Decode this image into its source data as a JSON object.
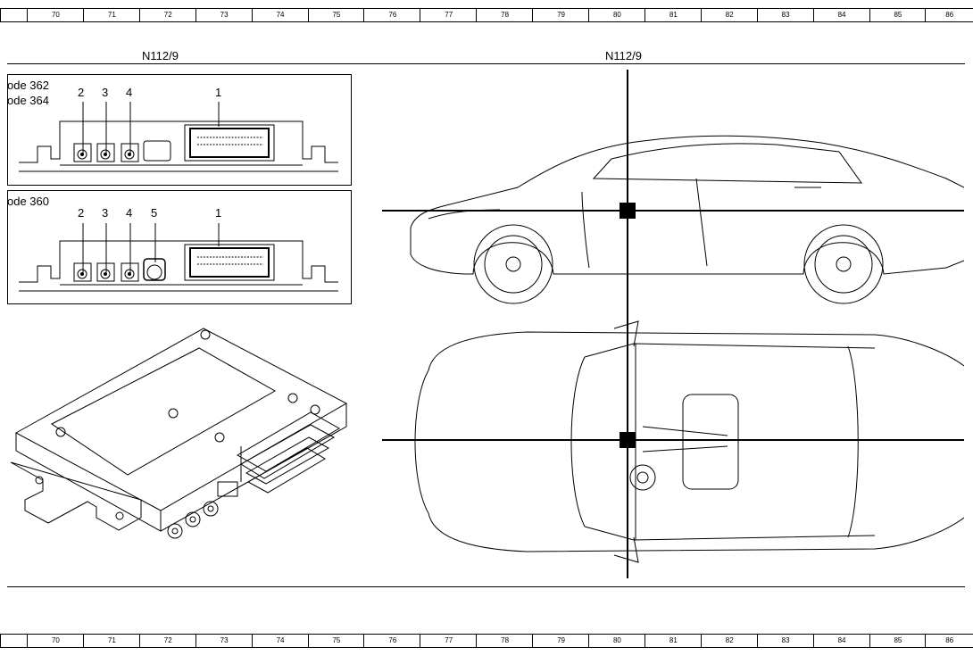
{
  "ruler": {
    "numbers": [
      "70",
      "71",
      "72",
      "73",
      "74",
      "75",
      "76",
      "77",
      "78",
      "79",
      "80",
      "81",
      "82",
      "83",
      "84",
      "85",
      "86"
    ]
  },
  "component_left": "N112/9",
  "component_right": "N112/9",
  "panel_a": {
    "codes": [
      "ode 362",
      "ode 364"
    ],
    "pins": [
      "2",
      "3",
      "4",
      "1"
    ]
  },
  "panel_b": {
    "codes": [
      "ode 360"
    ],
    "pins": [
      "2",
      "3",
      "4",
      "5",
      "1"
    ]
  }
}
